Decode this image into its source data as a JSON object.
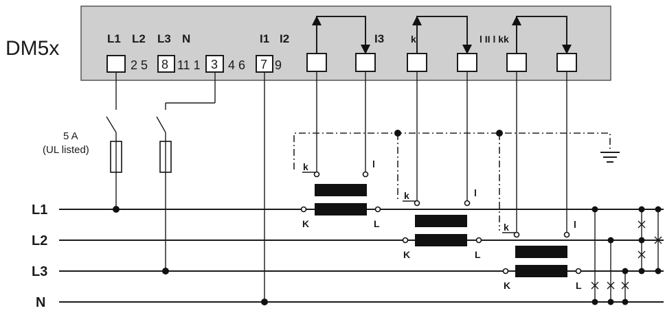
{
  "device": {
    "name": "DM5x",
    "housing_color": "#cfcfcf",
    "labels": {
      "l1": "L1",
      "l2": "L2",
      "l3": "L3",
      "n": "N",
      "i1": "I1",
      "i2": "I2",
      "i3": "I3",
      "k_small_1": "k",
      "l_group": "l II l kk"
    },
    "terminal_numbers": {
      "t1": "2 5",
      "t2": "8",
      "t3": "11 1",
      "t4": "3",
      "t5": "4 6",
      "t6": "7",
      "t7": "9"
    }
  },
  "fuse": {
    "rating": "5 A",
    "note": "(UL listed)"
  },
  "lines": {
    "l1": "L1",
    "l2": "L2",
    "l3": "L3",
    "n": "N"
  },
  "transformers": [
    {
      "primary_k": "K",
      "primary_l": "L",
      "secondary_k": "k",
      "secondary_l": "l"
    },
    {
      "primary_k": "K",
      "primary_l": "L",
      "secondary_k": "k",
      "secondary_l": "l"
    },
    {
      "primary_k": "K",
      "primary_l": "L",
      "secondary_k": "k",
      "secondary_l": "l"
    }
  ],
  "ground": {
    "icon": "ground-icon"
  }
}
